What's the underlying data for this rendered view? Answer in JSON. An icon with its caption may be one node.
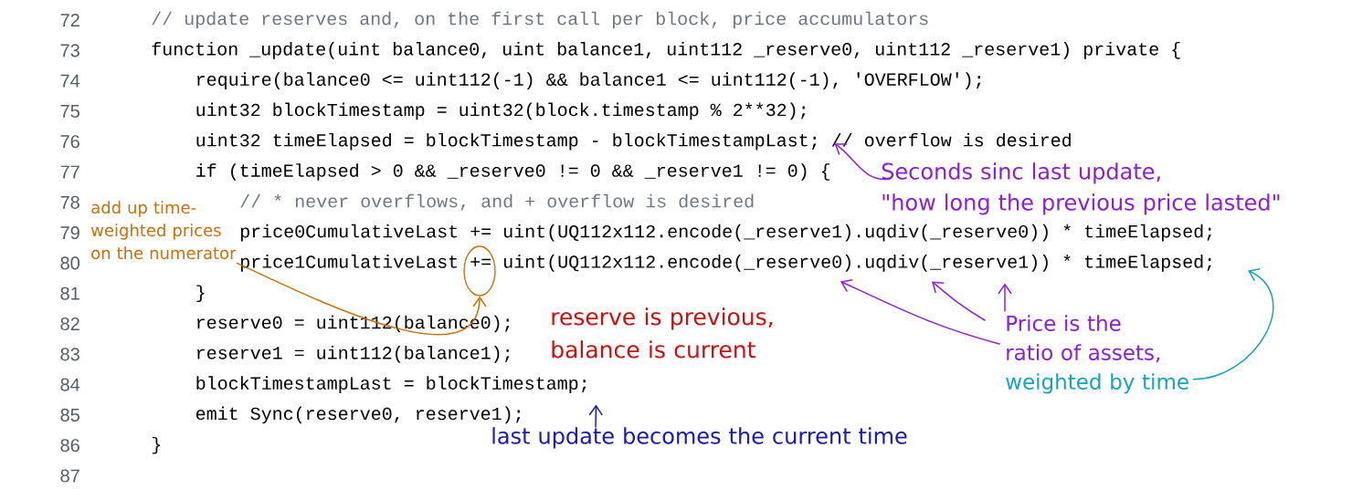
{
  "diagram": {
    "nodes": [
      {
        "text": [
          "uint32 timeElapsed = blockTimestamp - blockTimestampLast; // overflow is desired"
        ]
      },
      {
        "text": [
          "Seconds sinc last update,",
          "\"how long the previous price lasted\""
        ]
      },
      {
        "text": [
          "add up time-weighted prices on the numerator"
        ]
      },
      {
        "text": [],
        "shape": "circle"
      },
      {
        "text": [
          "price1CumulativeLast += uint(UQ112x112.encode(_reserve0).uqdiv(_reserve1)) * timeElapsed;"
        ]
      },
      {
        "text": [
          "blockTimestampLast = blockTimestamp;"
        ]
      },
      {
        "text": [
          "Price is the ratio of assets,",
          "weighted by time"
        ]
      },
      {
        "text": [
          "last update becomes the current time"
        ]
      }
    ],
    "edges": [
      {
        "from": 2,
        "to": 3,
        "arrow": "to",
        "color": "#c8700a"
      },
      {
        "from": 1,
        "to": 0,
        "arrow": "to"
      },
      {
        "from": 7,
        "to": 5,
        "arrow": "to",
        "color": "#1a1ab0"
      },
      {
        "from": 6,
        "to": 4,
        "arrow": "to"
      },
      {
        "from": 6,
        "to": 4,
        "arrow": "to"
      },
      {
        "from": 6,
        "to": 4,
        "arrow": "to"
      },
      {
        "from": 6,
        "to": 4,
        "arrow": "to",
        "color": "#14a5b5"
      }
    ],
    "labels": [
      "72",
      "// update reserves and, on the first call per block, price accumulators",
      "73",
      "function _update(uint balance0, uint balance1, uint112 _reserve0, uint112 _reserve1) private {",
      "74",
      "require(balance0 <= uint112(-1) && balance1 <= uint112(-1), 'OVERFLOW');",
      "75",
      "uint32 blockTimestamp = uint32(block.timestamp % 2**32);",
      "76",
      "77",
      "if (timeElapsed > 0 && _reserve0 != 0 && _reserve1 != 0) {",
      "78",
      "// * never overflows, and + overflow is desired",
      "79",
      "price0CumulativeLast += uint(UQ112x112.encode(_reserve1).uqdiv(_reserve0)) * timeElapsed;",
      "80",
      "81",
      "}",
      "82",
      "reserve0 = uint112(balance0);",
      "83",
      "reserve1 = uint112(balance1);",
      "84",
      "85",
      "emit Sync(reserve0, reserve1);",
      "86",
      "}",
      "87",
      "reserve is previous, balance is current"
    ]
  }
}
